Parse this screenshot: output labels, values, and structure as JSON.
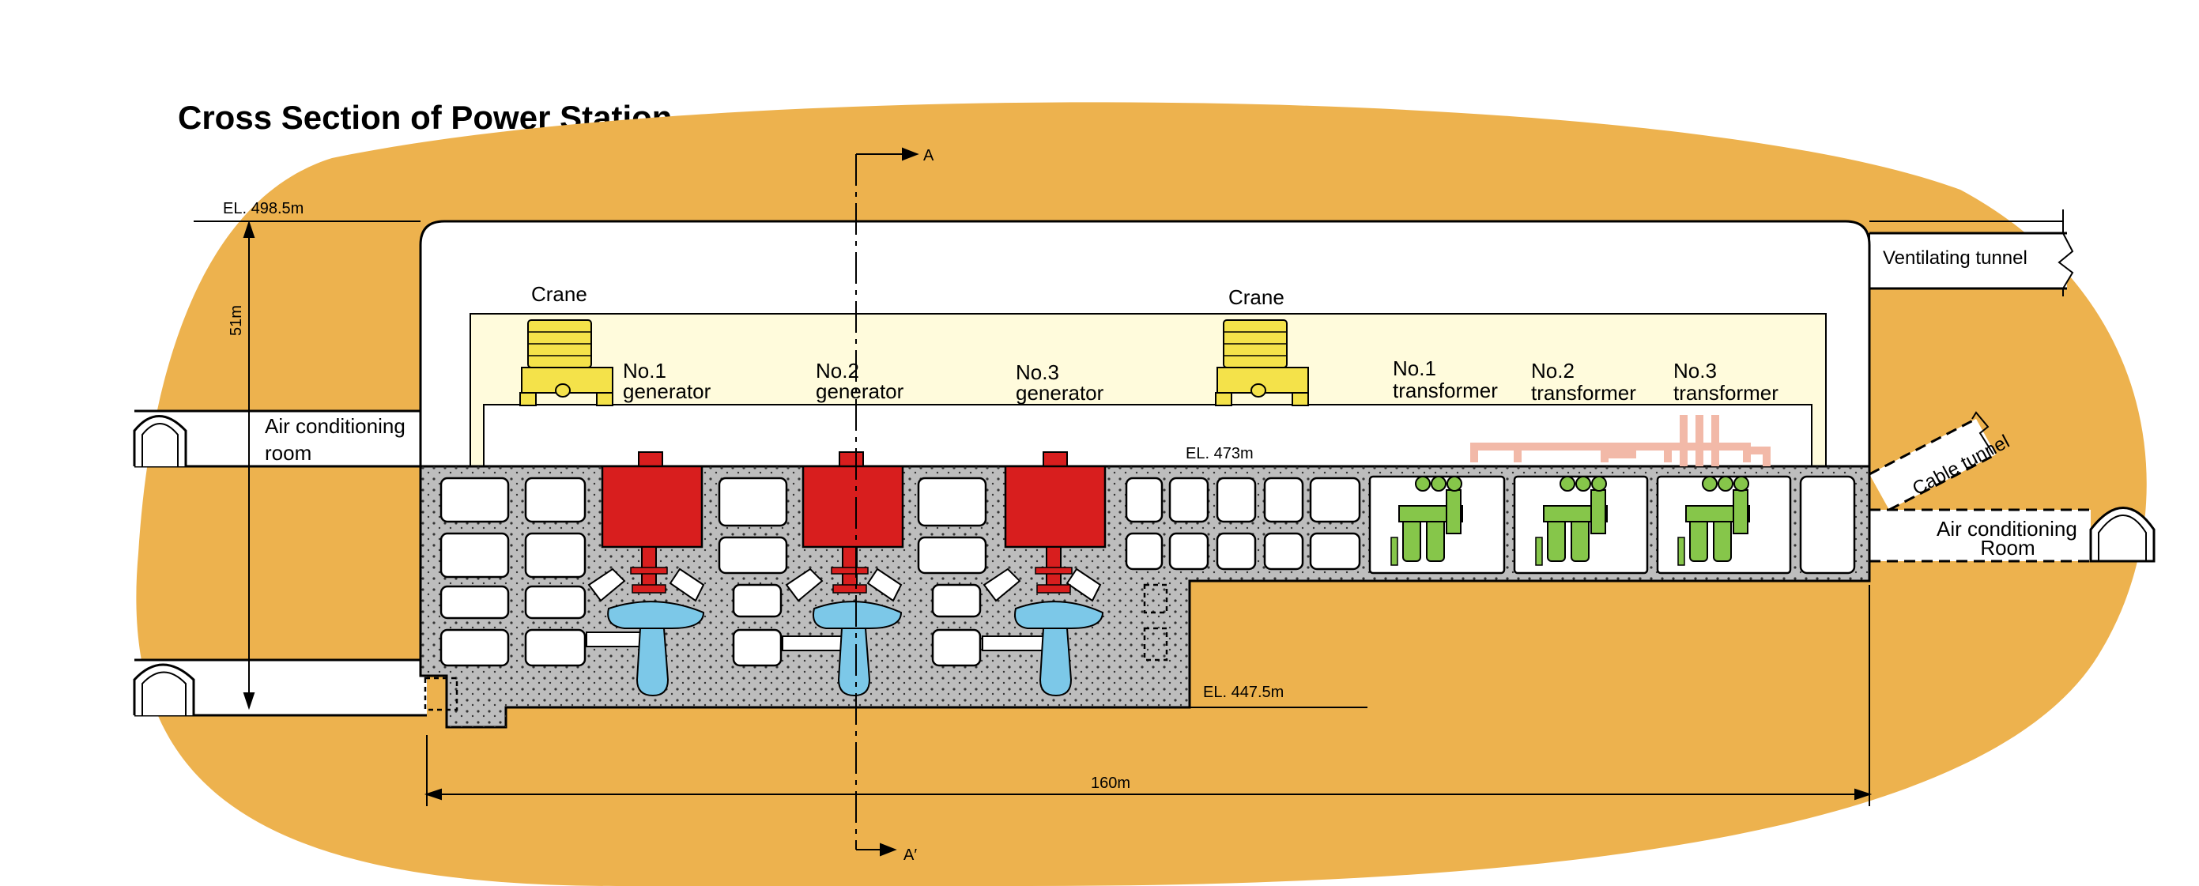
{
  "title": "Cross Section of Power Station",
  "section_marks": {
    "top": "A",
    "bottom": "A′"
  },
  "elevations": {
    "top": "EL. 498.5m",
    "floor": "EL. 473m",
    "bottom": "EL. 447.5m"
  },
  "dimensions": {
    "height": "51m",
    "length": "160m"
  },
  "cranes": [
    "Crane",
    "Crane"
  ],
  "generators": [
    {
      "line1": "No.1",
      "line2": "generator"
    },
    {
      "line1": "No.2",
      "line2": "generator"
    },
    {
      "line1": "No.3",
      "line2": "generator"
    }
  ],
  "transformers": [
    {
      "line1": "No.1",
      "line2": "transformer"
    },
    {
      "line1": "No.2",
      "line2": "transformer"
    },
    {
      "line1": "No.3",
      "line2": "transformer"
    }
  ],
  "rooms": {
    "air_conditioning_left": {
      "line1": "Air conditioning",
      "line2": "room"
    },
    "air_conditioning_right": {
      "line1": "Air conditioning",
      "line2": "Room"
    }
  },
  "tunnels": {
    "ventilating": "Ventilating tunnel",
    "cable": "Cable tunnel"
  },
  "colors": {
    "rock": "#EDB24E",
    "concrete": "#BDBDBD",
    "hall": "#FFFFFF",
    "crane_zone": "#FFFBDC",
    "crane": "#F4E24A",
    "generator": "#D81E1E",
    "turbine": "#7CC8E8",
    "transformer": "#86C64A",
    "busbar": "#F2B9A8"
  }
}
